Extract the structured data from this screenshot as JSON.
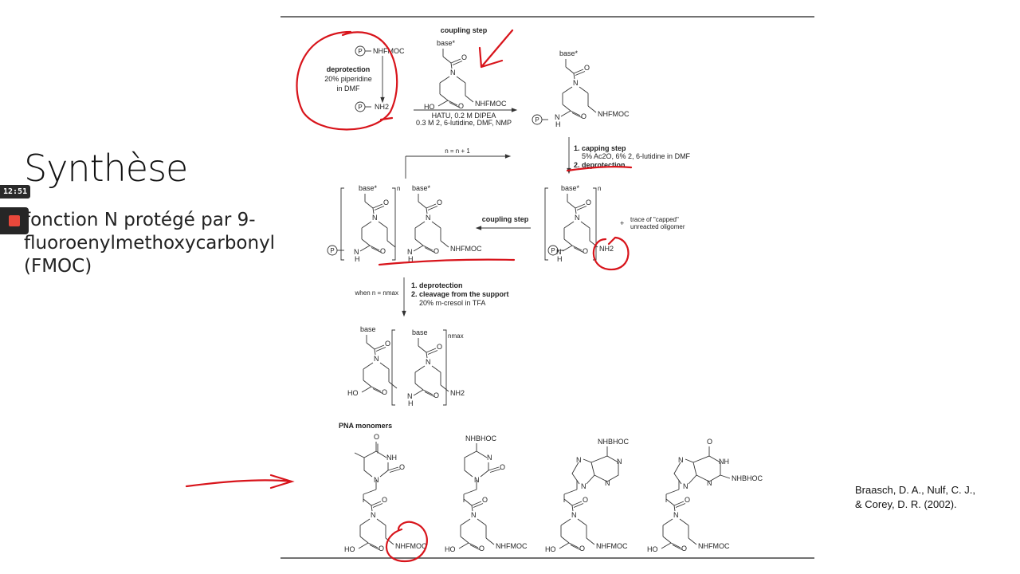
{
  "slide": {
    "title": "Synthèse",
    "bullet": "fonction N protégé par 9-fluoroenylmethoxycarbonyl (FMOC)",
    "citation": "Braasch, D. A., Nulf, C. J., & Corey, D. R. (2002)."
  },
  "recorder": {
    "time": "12:51",
    "stop_color": "#e8483b"
  },
  "scheme": {
    "P": "P",
    "NHFMOC": "NHFMOC",
    "NH2": "NH2",
    "N": "N",
    "H": "H",
    "O": "O",
    "HO": "HO",
    "n": "n",
    "base_star": "base*",
    "base": "base",
    "deprotection_title": "deprotection",
    "deprotection_l1": "20% piperidine",
    "deprotection_l2": "in DMF",
    "coupling_step": "coupling step",
    "coupling_cond_1": "HATU, 0.2 M DIPEA",
    "coupling_cond_2": "0.3 M 2, 6-lutidine, DMF, NMP",
    "loop_label": "n = n + 1",
    "capping_1": "1. capping step",
    "capping_cond": "5% Ac2O, 6% 2, 6-lutidine in DMF",
    "capping_2": "2. deprotection",
    "plus": "+",
    "trace_1": "trace of \"capped\"",
    "trace_2": "unreacted oligomer",
    "when_label": "when n = nmax",
    "nmax": "nmax",
    "final_1": "1. deprotection",
    "final_2": "2. cleavage from the support",
    "final_cond": "20% m-cresol in TFA",
    "monomers_title": "PNA monomers",
    "NH": "NH",
    "NHBHOC": "NHBHOC"
  },
  "annotation_color": "#d8141b"
}
